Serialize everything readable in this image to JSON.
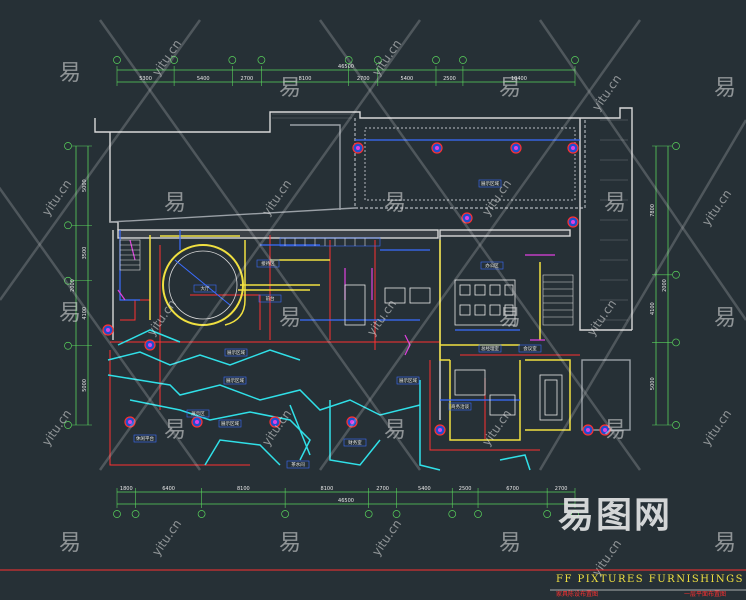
{
  "colors": {
    "background": "#263036",
    "dim_line": "#59d35c",
    "wall": "#d8d8d8",
    "red": "#ff3030",
    "cyan": "#30e0e8",
    "yellow": "#f0e040",
    "blue": "#3a6cff",
    "magenta": "#e040e0",
    "watermark": "#e6e6e6"
  },
  "dimensions": {
    "top_segments": [
      "5300",
      "5400",
      "2700",
      "8100",
      "2700",
      "5400",
      "2500",
      "10400"
    ],
    "top_total": "46500",
    "bottom_segments": [
      "1800",
      "6400",
      "8100",
      "8100",
      "2700",
      "5400",
      "2500",
      "6700",
      "2700"
    ],
    "bottom_total": "46500",
    "left_segments": [
      "5000",
      "3500",
      "4100",
      "5000"
    ],
    "left_total": "2000",
    "right_segments": [
      "7800",
      "4100",
      "5000"
    ],
    "right_total": "2000"
  },
  "room_labels": [
    "展示区域",
    "接待区",
    "大厅",
    "前台",
    "办公区",
    "会议室",
    "总经理室",
    "展示区域",
    "展示区域",
    "展示区域",
    "展示区",
    "展示区域",
    "商务洽谈",
    "茶水间",
    "财务室",
    "休闲平台"
  ],
  "title": {
    "main": "FF PIXTURES FURNISHINGS PLAN",
    "sub": "家具陈设布置图",
    "right_sub": "一层平面布置图"
  },
  "watermark": {
    "char": "易",
    "url": "yitu.cn",
    "logo": "易图网"
  }
}
